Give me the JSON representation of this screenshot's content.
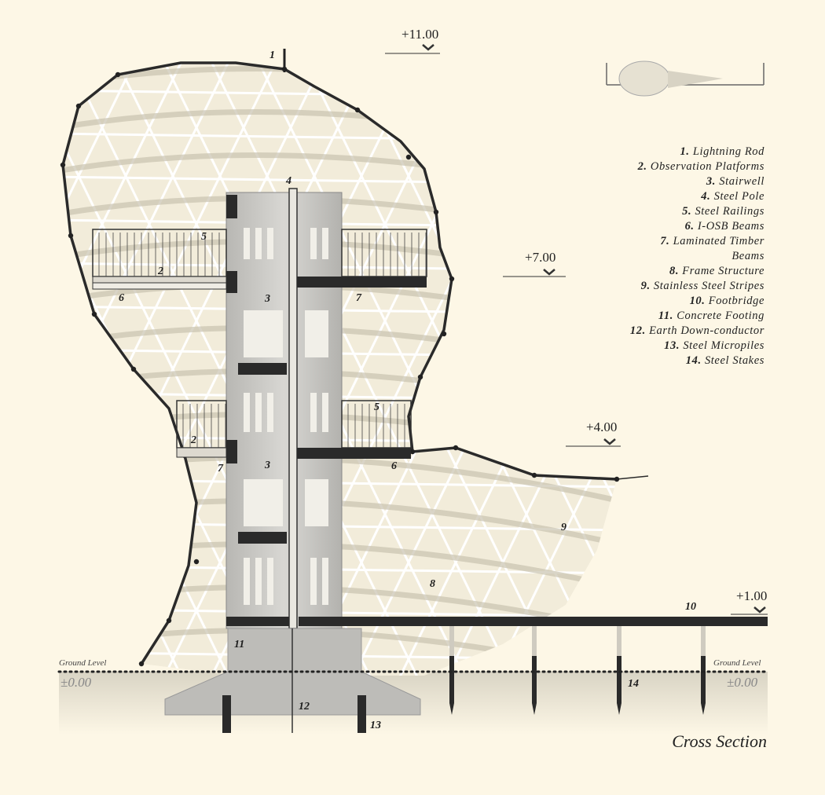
{
  "title": "Cross Section",
  "legend": [
    {
      "num": "1.",
      "label": "Lightning Rod"
    },
    {
      "num": "2.",
      "label": "Observation Platforms"
    },
    {
      "num": "3.",
      "label": "Stairwell"
    },
    {
      "num": "4.",
      "label": "Steel Pole"
    },
    {
      "num": "5.",
      "label": "Steel Railings"
    },
    {
      "num": "6.",
      "label": "I-OSB Beams"
    },
    {
      "num": "7.",
      "label": "Laminated Timber"
    },
    {
      "num": "",
      "label": "Beams"
    },
    {
      "num": "8.",
      "label": "Frame Structure"
    },
    {
      "num": "9.",
      "label": "Stainless Steel Stripes"
    },
    {
      "num": "10.",
      "label": "Footbridge"
    },
    {
      "num": "11.",
      "label": "Concrete Footing"
    },
    {
      "num": "12.",
      "label": "Earth Down-conductor"
    },
    {
      "num": "13.",
      "label": "Steel Micropiles"
    },
    {
      "num": "14.",
      "label": "Steel Stakes"
    }
  ],
  "elevations": [
    "+11.00",
    "+7.00",
    "+4.00",
    "+1.00"
  ],
  "ground": {
    "label": "Ground Level",
    "value": "±0.00"
  },
  "callouts": [
    "1",
    "4",
    "5",
    "2",
    "6",
    "3",
    "7",
    "5",
    "2",
    "7",
    "3",
    "6",
    "9",
    "8",
    "10",
    "11",
    "12",
    "13",
    "14"
  ],
  "colors": {
    "background": "#fdf7e6",
    "ink": "#222222",
    "concrete": "#bdbcb8",
    "frame": "#ffffff"
  }
}
